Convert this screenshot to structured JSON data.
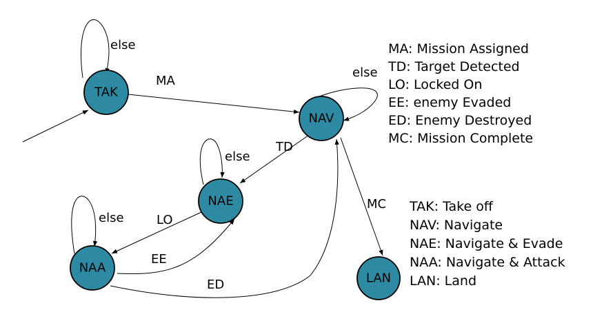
{
  "colors": {
    "node_fill": "#2e8aa3",
    "stroke": "#000000",
    "background": "#ffffff"
  },
  "nodes": {
    "tak": "TAK",
    "nav": "NAV",
    "nae": "NAE",
    "naa": "NAA",
    "lan": "LAN"
  },
  "edge_labels": {
    "tak_self": "else",
    "tak_nav": "MA",
    "nav_self": "else",
    "nav_nae": "TD",
    "nae_self": "else",
    "nae_naa": "LO",
    "naa_self": "else",
    "naa_nae": "EE",
    "naa_nav": "ED",
    "nav_lan": "MC"
  },
  "legend_events": [
    "MA: Mission Assigned",
    "TD: Target Detected",
    "LO: Locked On",
    "EE: enemy Evaded",
    "ED: Enemy Destroyed",
    "MC: Mission Complete"
  ],
  "legend_states": [
    "TAK: Take off",
    "NAV: Navigate",
    "NAE: Navigate & Evade",
    "NAA: Navigate & Attack",
    "LAN: Land"
  ]
}
